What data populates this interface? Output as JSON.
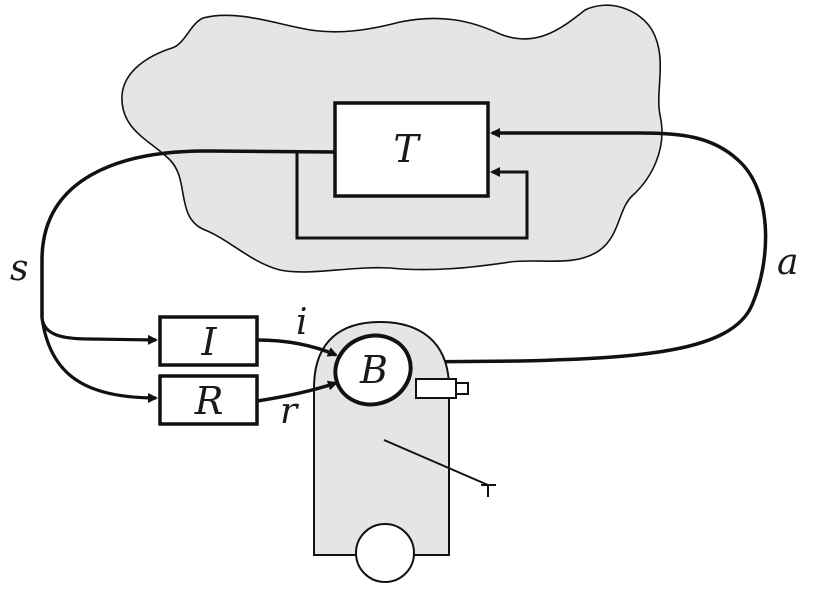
{
  "diagram": {
    "blocks": {
      "task": "T",
      "interpreter": "I",
      "reward": "R",
      "behaviour": "B"
    },
    "signals": {
      "sensation": "s",
      "action": "a",
      "input": "i",
      "reward": "r"
    }
  },
  "colors": {
    "environment_fill": "#e4e5e7",
    "robot_fill": "#e4e5e7",
    "stroke": "#111111",
    "background": "#ffffff"
  }
}
